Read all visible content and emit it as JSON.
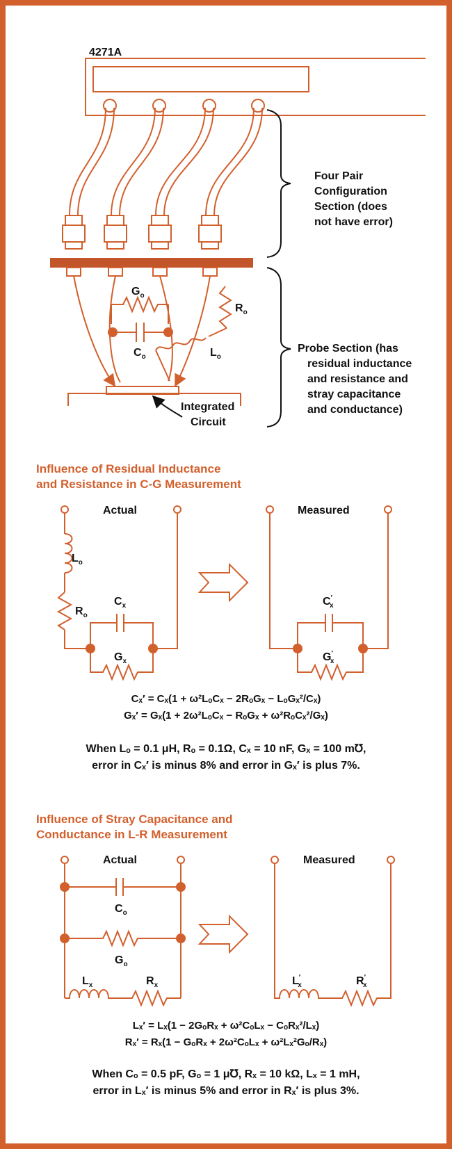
{
  "colors": {
    "accent": "#d2602d",
    "text": "#111111",
    "background": "#ffffff"
  },
  "top": {
    "instrument_label": "4271A",
    "four_pair_lines": [
      "Four Pair",
      "Configuration",
      "Section (does",
      "not have error)"
    ],
    "probe_lines": [
      "Probe Section (has",
      "residual inductance",
      "and resistance and",
      "stray capacitance",
      "and conductance)"
    ],
    "ic_lines": [
      "Integrated",
      "Circuit"
    ],
    "go": "G",
    "go_sub": "o",
    "co": "C",
    "co_sub": "o",
    "ro": "R",
    "ro_sub": "o",
    "lo": "L",
    "lo_sub": "o"
  },
  "cg": {
    "heading": [
      "Influence of Residual Inductance",
      "and Resistance in C-G Measurement"
    ],
    "actual": "Actual",
    "measured": "Measured",
    "lo": "L",
    "lo_sub": "o",
    "ro": "R",
    "ro_sub": "o",
    "cx": "C",
    "cx_sub": "x",
    "gx": "G",
    "gx_sub": "x",
    "cxp": "C",
    "cxp_sup": "′",
    "cxp_sub": "x",
    "gxp": "G",
    "gxp_sup": "′",
    "gxp_sub": "x",
    "eq1": "Cₓ′ = Cₓ(1 + ω²LₒCₓ − 2RₒGₓ − LₒGₓ²/Cₓ)",
    "eq2": "Gₓ′ = Gₓ(1 + 2ω²LₒCₓ − RₒGₓ + ω²RₒCₓ²/Gₓ)",
    "note1": "When Lₒ = 0.1 μH, Rₒ = 0.1Ω, Cₓ = 10 nF, Gₓ = 100 m℧,",
    "note2": "error in Cₓ′ is minus 8% and error in Gₓ′ is plus 7%."
  },
  "lr": {
    "heading": [
      "Influence of Stray Capacitance and",
      "Conductance in L-R Measurement"
    ],
    "actual": "Actual",
    "measured": "Measured",
    "co": "C",
    "co_sub": "o",
    "go": "G",
    "go_sub": "o",
    "lx": "L",
    "lx_sub": "x",
    "rx": "R",
    "rx_sub": "x",
    "lxp": "L",
    "lxp_sup": "′",
    "lxp_sub": "x",
    "rxp": "R",
    "rxp_sup": "′",
    "rxp_sub": "x",
    "eq1": "Lₓ′ = Lₓ(1 − 2GₒRₓ + ω²CₒLₓ − CₒRₓ²/Lₓ)",
    "eq2": "Rₓ′ = Rₓ(1 − GₒRₓ + 2ω²CₒLₓ + ω²Lₓ²Gₒ/Rₓ)",
    "note1": "When Cₒ = 0.5 pF, Gₒ = 1 μ℧, Rₓ = 10 kΩ, Lₓ = 1 mH,",
    "note2": "error in Lₓ′ is minus 5% and error in Rₓ′ is plus 3%."
  }
}
